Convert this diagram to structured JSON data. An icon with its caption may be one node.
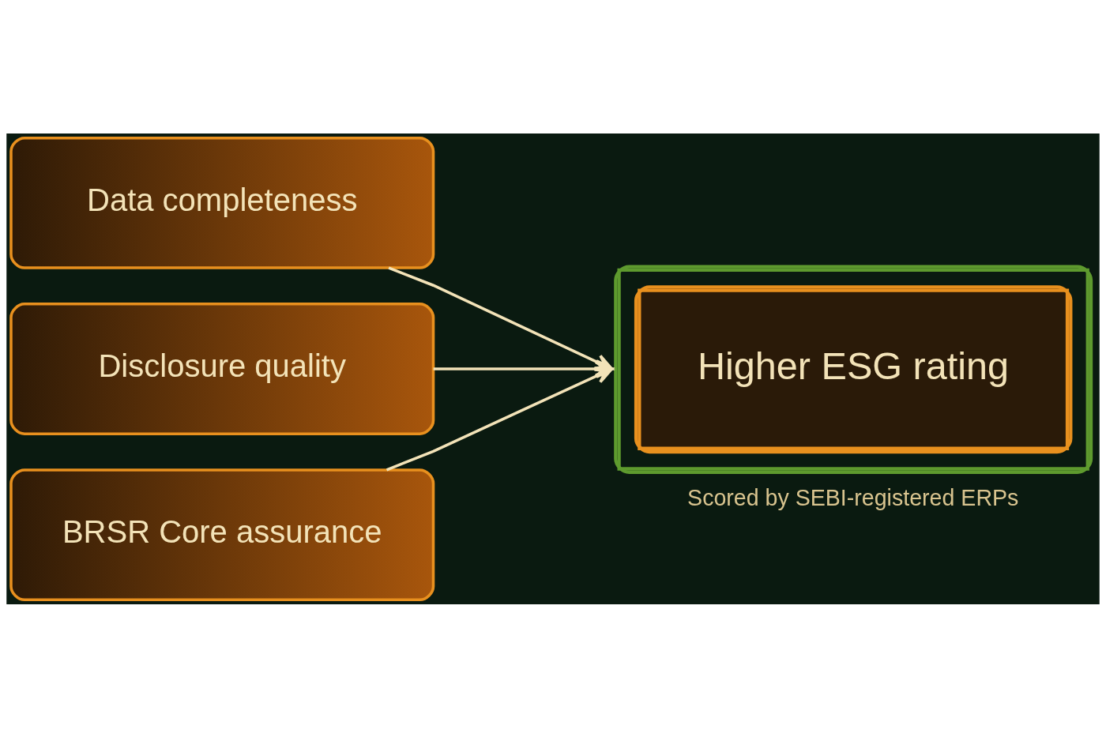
{
  "diagram": {
    "nodes": [
      {
        "text": [
          "Data completeness"
        ]
      },
      {
        "text": [
          "Disclosure quality"
        ]
      },
      {
        "text": [
          "BRSR Core assurance"
        ]
      },
      {
        "text": [
          "Higher ESG rating"
        ],
        "beside": [
          "Scored by SEBI-registered ERPs"
        ]
      }
    ],
    "edges": [
      {
        "from": 0,
        "to": 3,
        "arrow": "to"
      },
      {
        "from": 1,
        "to": 3,
        "arrow": "to"
      },
      {
        "from": 2,
        "to": 3,
        "arrow": "to"
      }
    ]
  }
}
